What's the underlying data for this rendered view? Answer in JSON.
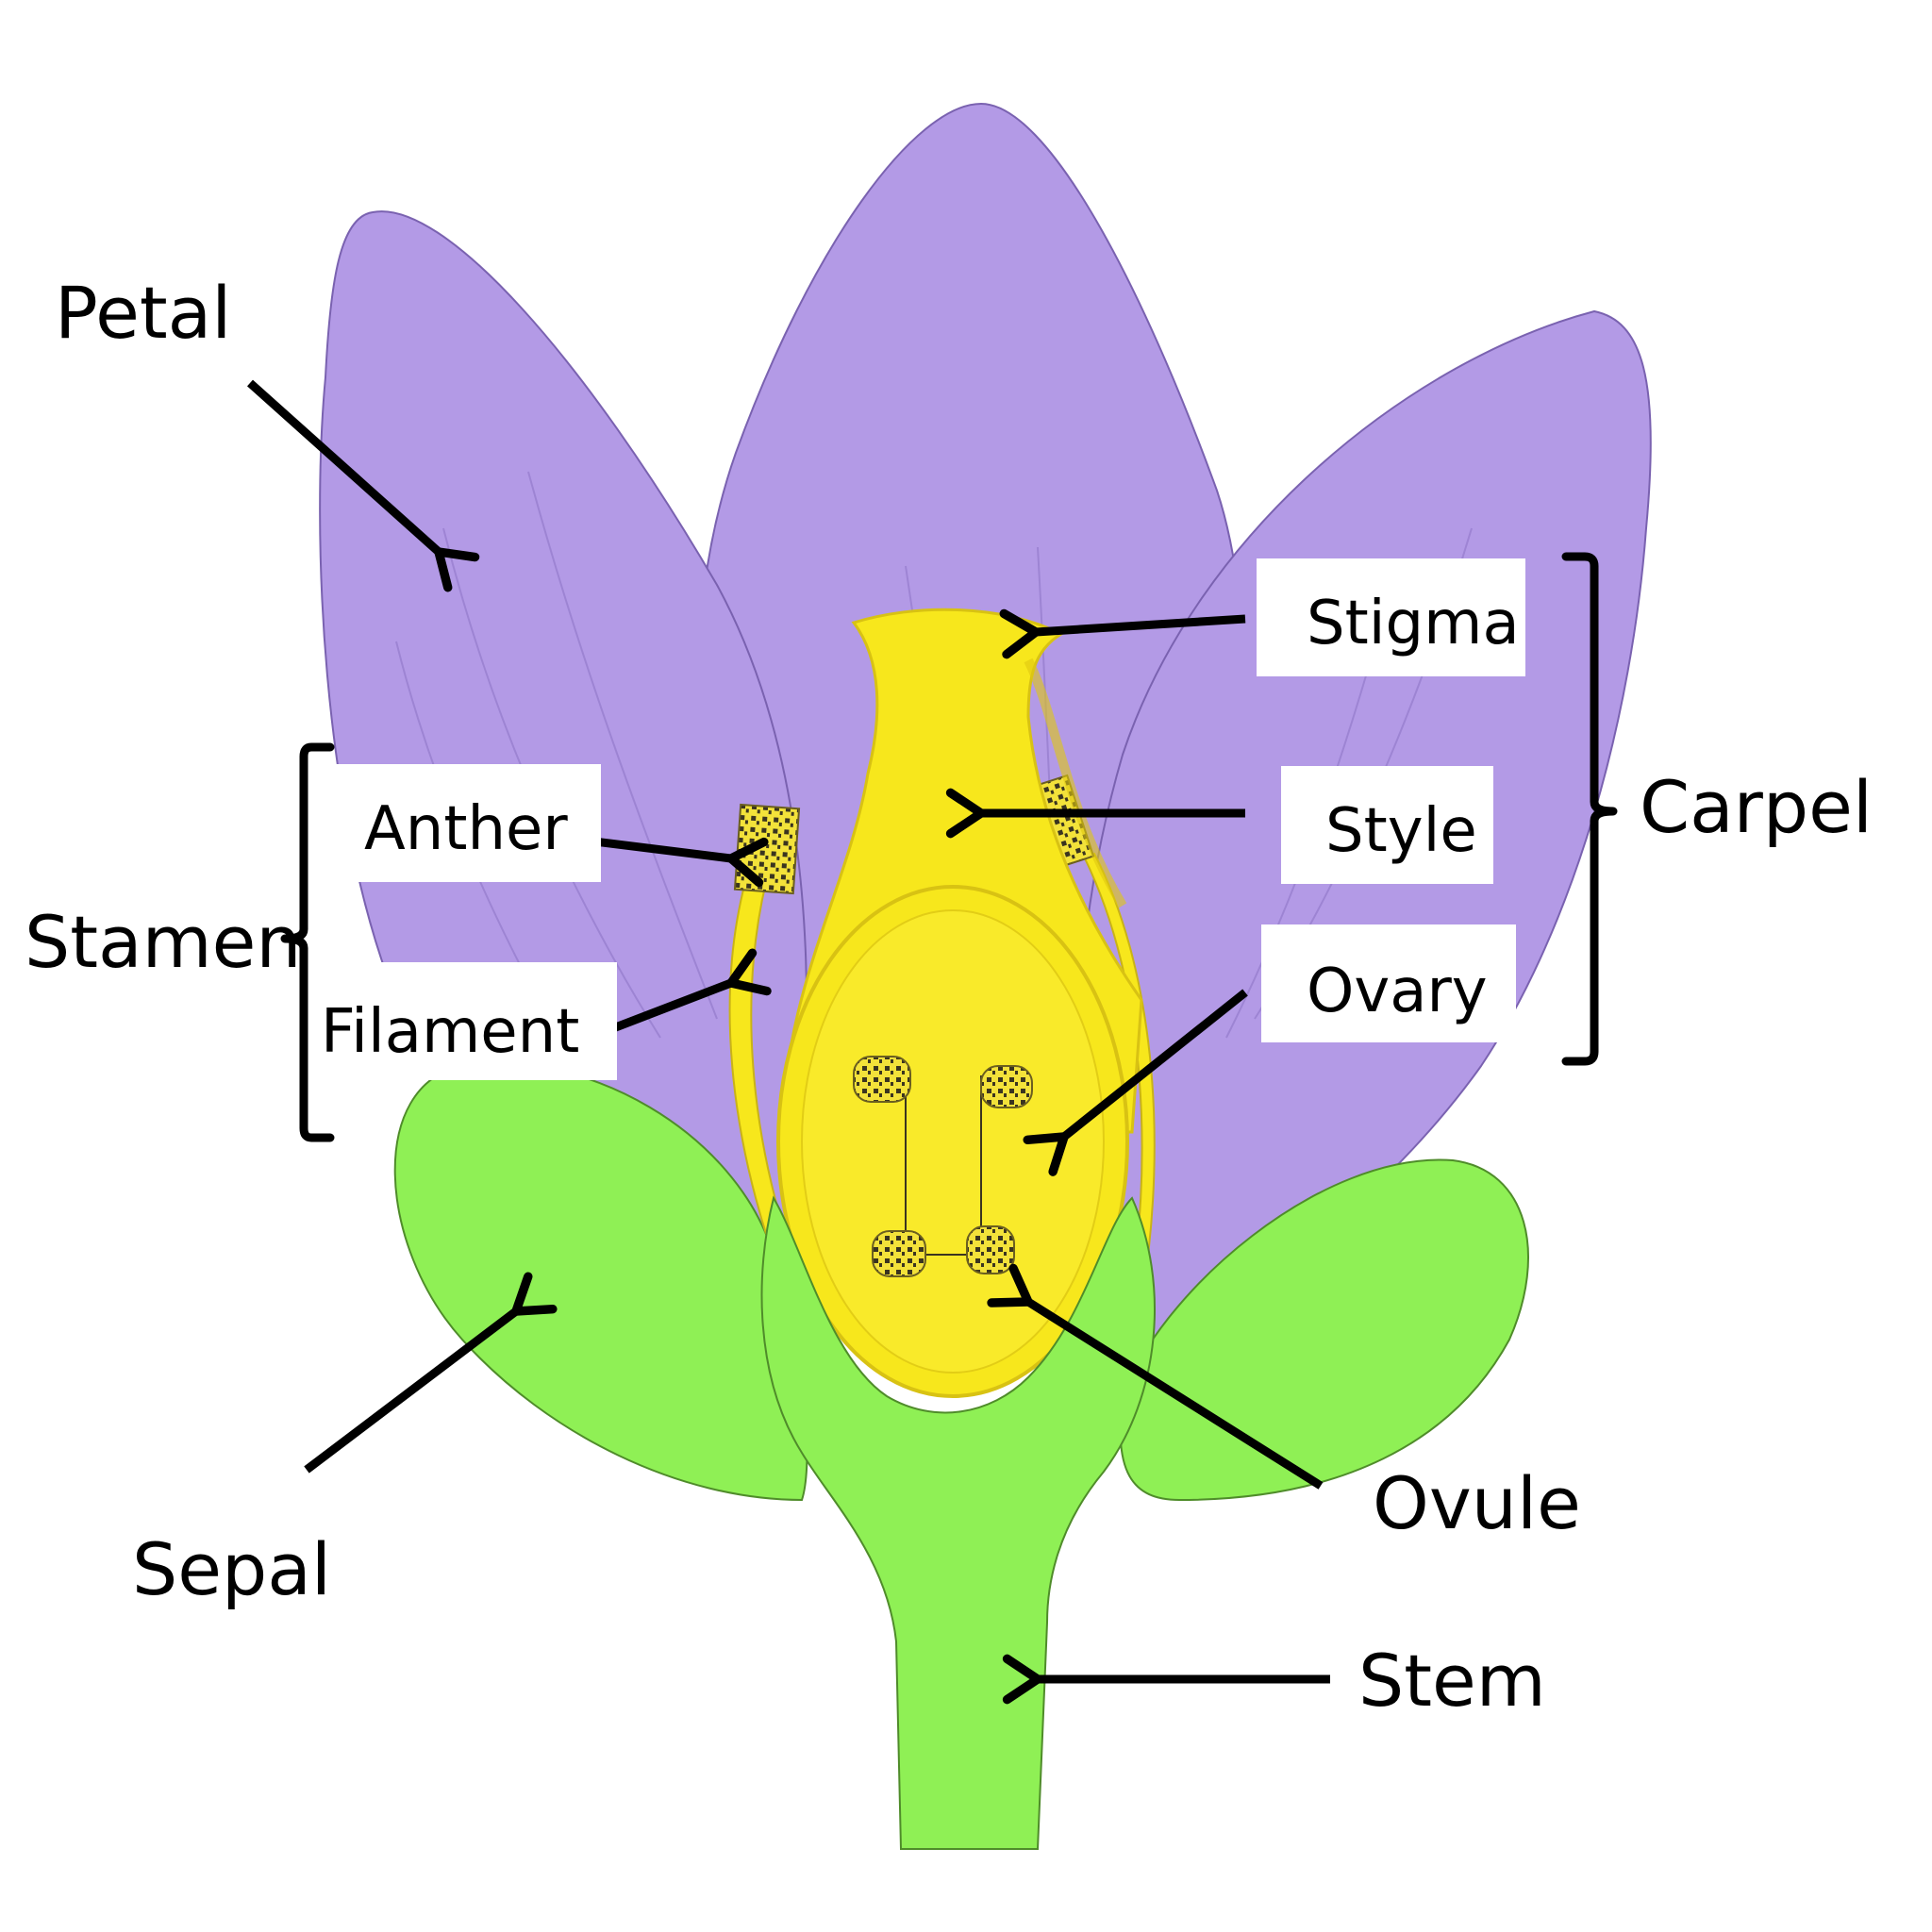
{
  "diagram": {
    "subject": "Paper flower model with labeled parts",
    "colors": {
      "petal": "#b39ae6",
      "petal_edge": "#7a62b0",
      "petal_vein": "#8f77c8",
      "sepal": "#8ff055",
      "sepal_edge": "#4f8c2a",
      "carpel": "#f7e71c",
      "carpel_shade": "#e9d315",
      "anther": "#f3e23a",
      "anther_dots": "#3a3420",
      "arrow": "#000000",
      "label_box": "#ffffff",
      "background": "#ffffff"
    },
    "labels": {
      "petal": "Petal",
      "stamen": "Stamen",
      "anther": "Anther",
      "filament": "Filament",
      "sepal": "Sepal",
      "stigma": "Stigma",
      "style": "Style",
      "ovary": "Ovary",
      "carpel": "Carpel",
      "ovule": "Ovule",
      "stem": "Stem"
    },
    "groups": [
      {
        "name": "Stamen",
        "members": [
          "Anther",
          "Filament"
        ]
      },
      {
        "name": "Carpel",
        "members": [
          "Stigma",
          "Style",
          "Ovary"
        ]
      }
    ]
  }
}
